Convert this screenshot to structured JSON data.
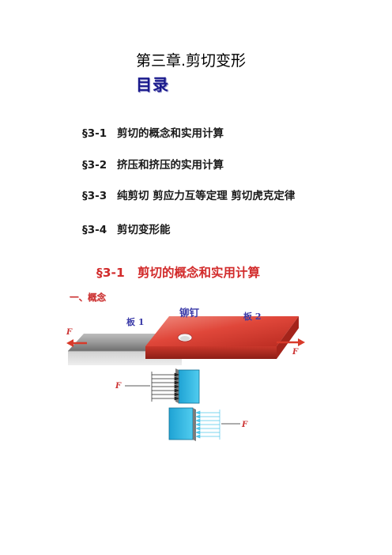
{
  "header": {
    "chapter_title": "第三章.剪切变形",
    "toc_title": "目录"
  },
  "toc": [
    {
      "num": "§3-1",
      "title": "剪切的概念和实用计算"
    },
    {
      "num": "§3-2",
      "title": "挤压和挤压的实用计算"
    },
    {
      "num": "§3-3",
      "title": "纯剪切  剪应力互等定理  剪切虎克定律"
    },
    {
      "num": "§3-4",
      "title": "剪切变形能"
    }
  ],
  "section": {
    "num": "§3-1",
    "title": "剪切的概念和实用计算",
    "subheading": "一、概念"
  },
  "diagram": {
    "label_plate1": "板 1",
    "label_rivet": "铆钉",
    "label_plate2": "板 2",
    "force_left": "F",
    "force_right": "F",
    "force_upper": "F",
    "force_lower": "F",
    "colors": {
      "plate1": "#9a9a9a",
      "plate2": "#d23a2e",
      "rivet_block": "#2bb8e0",
      "force_arrow": "#d83a2a",
      "label_blue": "#3a3aa8"
    }
  }
}
